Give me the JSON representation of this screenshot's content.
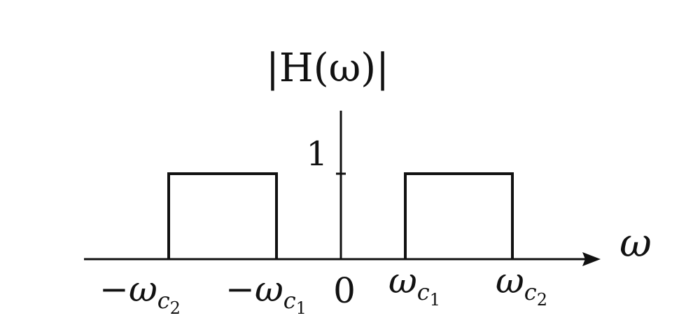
{
  "diagram": {
    "y_axis_label": "|H(ω)|",
    "x_axis_label": "ω",
    "y_tick": "1",
    "x_ticks": {
      "neg_c2": {
        "sign": "−",
        "symbol": "ω",
        "sub": "c",
        "subsub": "2"
      },
      "neg_c1": {
        "sign": "−",
        "symbol": "ω",
        "sub": "c",
        "subsub": "1"
      },
      "zero": "0",
      "pos_c1": {
        "sign": "",
        "symbol": "ω",
        "sub": "c",
        "subsub": "1"
      },
      "pos_c2": {
        "sign": "",
        "symbol": "ω",
        "sub": "c",
        "subsub": "2"
      }
    },
    "passbands": [
      {
        "from": "-ωc2",
        "to": "-ωc1",
        "height": 1
      },
      {
        "from": "ωc1",
        "to": "ωc2",
        "height": 1
      }
    ],
    "colors": {
      "ink": "#111111",
      "background": "#ffffff"
    }
  }
}
